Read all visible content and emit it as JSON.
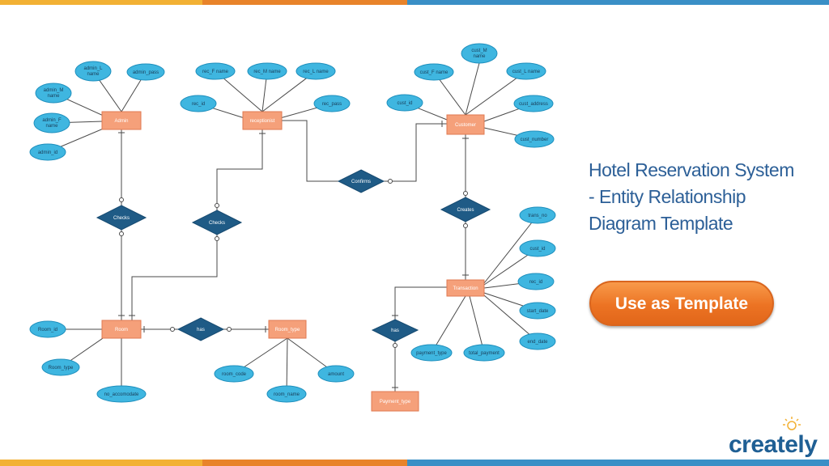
{
  "colors": {
    "stripe": [
      "#f2b134",
      "#e8832a",
      "#3a8fc6"
    ],
    "entity_fill": "#f5a07a",
    "attribute_fill": "#3fb6e0",
    "relationship_fill": "#1f5b86",
    "title": "#2c5f97",
    "button": "#ec7323",
    "logo": "#1f5f94"
  },
  "title_lines": [
    "Hotel Reservation System",
    "-  Entity Relationship",
    "Diagram Template"
  ],
  "cta_label": "Use as Template",
  "logo_text": "creately",
  "diagram": {
    "entities": {
      "admin": "Admin",
      "receptionist": "receptionist",
      "customer": "Customer",
      "room": "Room",
      "room_type": "Room_type",
      "transaction": "Transaction",
      "payment_type": "Payment_type"
    },
    "relationships": {
      "admin_checks": "Checks",
      "rec_checks": "Checks",
      "confirms": "Confirms",
      "creates": "Creates",
      "room_has": "has",
      "trans_has": "has"
    },
    "attributes": {
      "admin_l_name": "admin_L name",
      "admin_pass": "admin_pass",
      "admin_m_name": "admin_M name",
      "admin_f_name": "admin_F name",
      "admin_id": "admin_id",
      "rec_f_name": "rec_F name",
      "rec_m_name": "rec_M name",
      "rec_l_name": "rec_L name",
      "rec_id": "rec_id",
      "rec_pass": "rec_pass",
      "cust_m_name": "cust_M name",
      "cust_f_name": "cust_F name",
      "cust_l_name": "cust_L name",
      "cust_id": "cust_id",
      "cust_address": "cust_address",
      "cust_number": "cust_number",
      "trans_no": "trans_no",
      "t_cust_id": "cust_id",
      "t_rec_id": "rec_id",
      "start_date": "start_date",
      "end_date": "end_date",
      "payment_type": "payment_type",
      "total_payment": "total_payment",
      "room_id": "Room_id",
      "room_type": "Room_type",
      "no_accomodate": "no_accomodate",
      "room_code": "room_code",
      "room_name": "room_name",
      "amount": "amount"
    }
  }
}
